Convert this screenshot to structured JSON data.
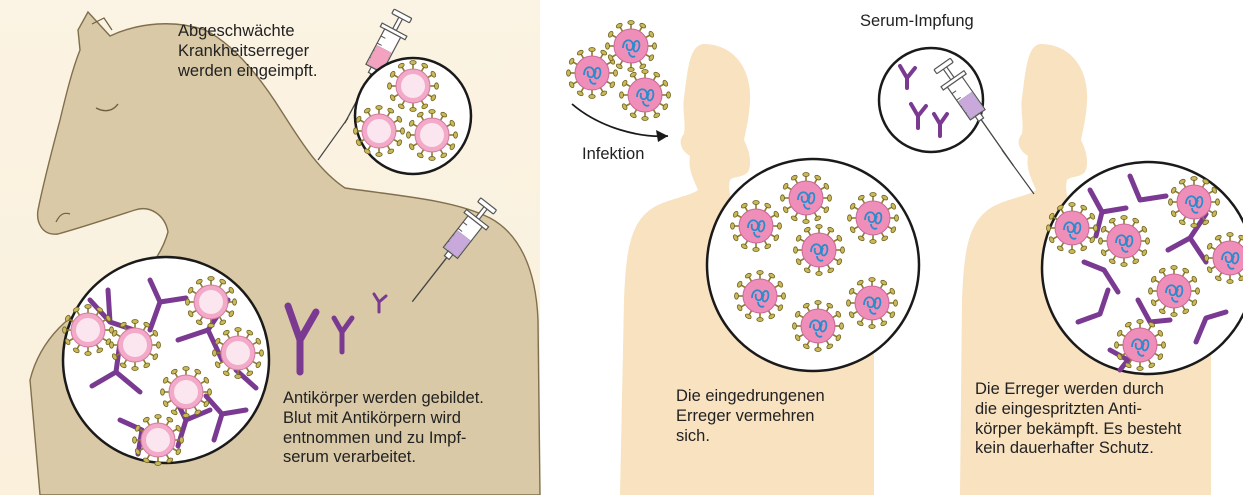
{
  "labels": {
    "horse_injection": "Abgeschwächte\nKrankheitserreger\nwerden eingeimpft.",
    "horse_antibodies": "Antikörper werden gebildet.\nBlut mit Antikörpern wird\nentnommen und zu Impf-\nserum verarbeitet.",
    "serum_vaccination": "Serum-Impfung",
    "infection": "Infektion",
    "pathogens_multiply": "Die eingedrungenen\nErreger vermehren\nsich.",
    "pathogens_fought": "Die Erreger werden durch\ndie eingespritzten Anti-\nkörper bekämpft. Es besteht\nkein dauerhafter Schutz."
  },
  "colors": {
    "horse": "#d9c9a6",
    "human": "#f8e2c0",
    "antibody": "#7a3a92",
    "pathogen_fill": "#f3a9c8",
    "pathogen_core": "#fbe3ee",
    "spike": "#b8a84a",
    "pathogen_rna": "#3a9bd0",
    "syringe_pink": "#f3a3c0",
    "syringe_purple": "#c9a8dc"
  },
  "icons": [
    "horse",
    "human-silhouette",
    "syringe-icon",
    "virus-icon",
    "antibody-icon",
    "magnifier-circle"
  ]
}
